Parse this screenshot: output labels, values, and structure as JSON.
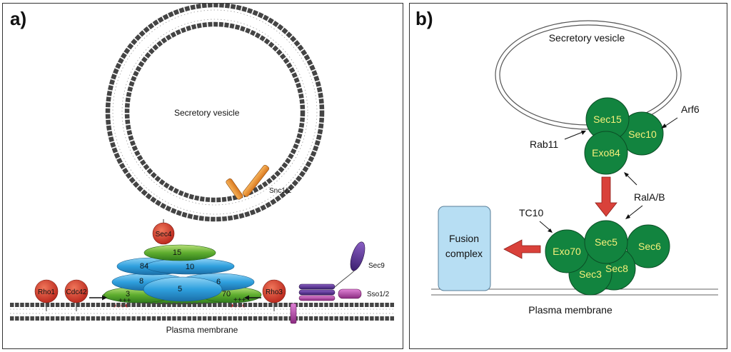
{
  "panel_a": {
    "label": "a)",
    "vesicle_label": "Secretory vesicle",
    "membrane_label": "Plasma membrane",
    "snc_label": "Snc1/2",
    "sec4_label": "Sec4",
    "sec9_label": "Sec9",
    "sso_label": "Sso1/2",
    "rho1_label": "Rho1",
    "cdc42_label": "Cdc42",
    "rho3_label": "Rho3",
    "subunits": {
      "s15": "15",
      "s84": "84",
      "s10": "10",
      "s8": "8",
      "s5": "5",
      "s6": "6",
      "s3": "3",
      "s70": "70"
    },
    "charges": "+++"
  },
  "panel_b": {
    "label": "b)",
    "vesicle_label": "Secretory vesicle",
    "membrane_label": "Plasma membrane",
    "fusion_label_1": "Fusion",
    "fusion_label_2": "complex",
    "sec15": "Sec15",
    "sec10": "Sec10",
    "exo84": "Exo84",
    "sec5": "Sec5",
    "sec6": "Sec6",
    "exo70": "Exo70",
    "sec3": "Sec3",
    "sec8": "Sec8",
    "rab11": "Rab11",
    "arf6": "Arf6",
    "rala": "RalA/B",
    "tc10": "TC10"
  },
  "colors": {
    "green": "#12843f",
    "red_arrow": "#d9413a",
    "fusion_fill": "#b7def3",
    "gtpase_red": "#d93b23",
    "blue_subunit": "#3aa7df",
    "green_subunit": "#6fb33a"
  }
}
